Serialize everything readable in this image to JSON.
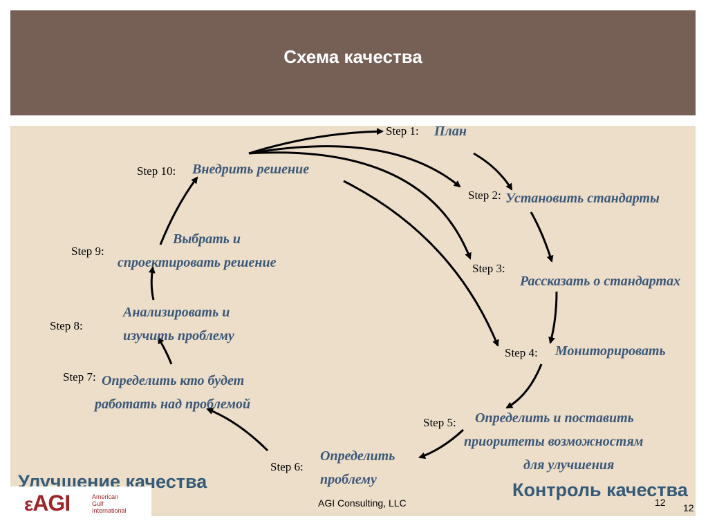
{
  "header": {
    "title": "Схема качества"
  },
  "steps": [
    {
      "label": "Step 1:",
      "text": [
        "План"
      ]
    },
    {
      "label": "Step 2:",
      "text": [
        "Установить стандарты"
      ]
    },
    {
      "label": "Step 3:",
      "text": [
        "Рассказать о стандартах"
      ]
    },
    {
      "label": "Step 4:",
      "text": [
        "Мониторировать"
      ]
    },
    {
      "label": "Step 5:",
      "text": [
        "Определить и поставить",
        "приоритеты возможностям",
        "для улучшения"
      ]
    },
    {
      "label": "Step 6:",
      "text": [
        "Определить",
        "проблему"
      ]
    },
    {
      "label": "Step 7:",
      "text": [
        "Определить кто будет",
        "работать над проблемой"
      ]
    },
    {
      "label": "Step 8:",
      "text": [
        "Анализировать и",
        "изучить проблему"
      ]
    },
    {
      "label": "Step 9:",
      "text": [
        "Выбрать и",
        "спроектировать решение"
      ]
    },
    {
      "label": "Step 10:",
      "text": [
        "Внедрить решение"
      ]
    }
  ],
  "corner_left": "Улучшение качества",
  "corner_right": "Контроль качества",
  "logo": {
    "mark": "AGI",
    "lines": [
      "American",
      "Gulf",
      "International"
    ]
  },
  "footer": {
    "company": "AGI Consulting, LLC",
    "page_number_1": "12",
    "page_number_2": "12"
  },
  "colors": {
    "header_bg": "#765f55",
    "content_bg": "#ecdec9",
    "step_text": "#3b5778",
    "corner_text": "#355a78",
    "logo": "#9b2528"
  }
}
